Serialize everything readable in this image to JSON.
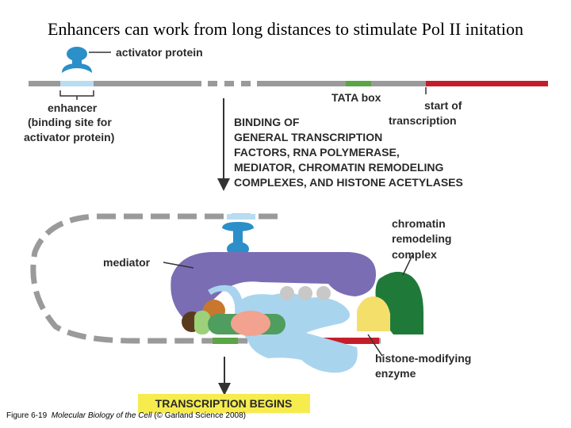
{
  "title": "Enhancers can work from long distances to stimulate Pol II initation",
  "labels": {
    "activator_protein": "activator protein",
    "enhancer_1": "enhancer",
    "enhancer_2": "(binding site for",
    "enhancer_3": "activator protein)",
    "tata_box": "TATA box",
    "start_1": "start of",
    "start_2": "transcription",
    "binding_1": "BINDING OF",
    "binding_2": "GENERAL TRANSCRIPTION",
    "binding_3": "FACTORS, RNA POLYMERASE,",
    "binding_4": "MEDIATOR, CHROMATIN REMODELING",
    "binding_5": "COMPLEXES, AND HISTONE ACETYLASES",
    "mediator": "mediator",
    "chromatin_1": "chromatin",
    "chromatin_2": "remodeling",
    "chromatin_3": "complex",
    "histone_1": "histone-modifying",
    "histone_2": "enzyme",
    "transcription_begins": "TRANSCRIPTION BEGINS"
  },
  "caption": {
    "figure": "Figure 6-19",
    "book": "Molecular Biology of the Cell",
    "publisher": "(© Garland Science 2008)"
  },
  "colors": {
    "dna": "#9a9a9a",
    "enhancer": "#b8dcf2",
    "tata": "#5aa546",
    "transcribed": "#c41e2a",
    "activator": "#2b8fc8",
    "mediator": "#7b6db4",
    "chromatin_remodeler": "#1f7a3a",
    "histone_enzyme": "#f4df6b",
    "polymerase": "#a9d4ee",
    "banner": "#f6ec4e"
  }
}
